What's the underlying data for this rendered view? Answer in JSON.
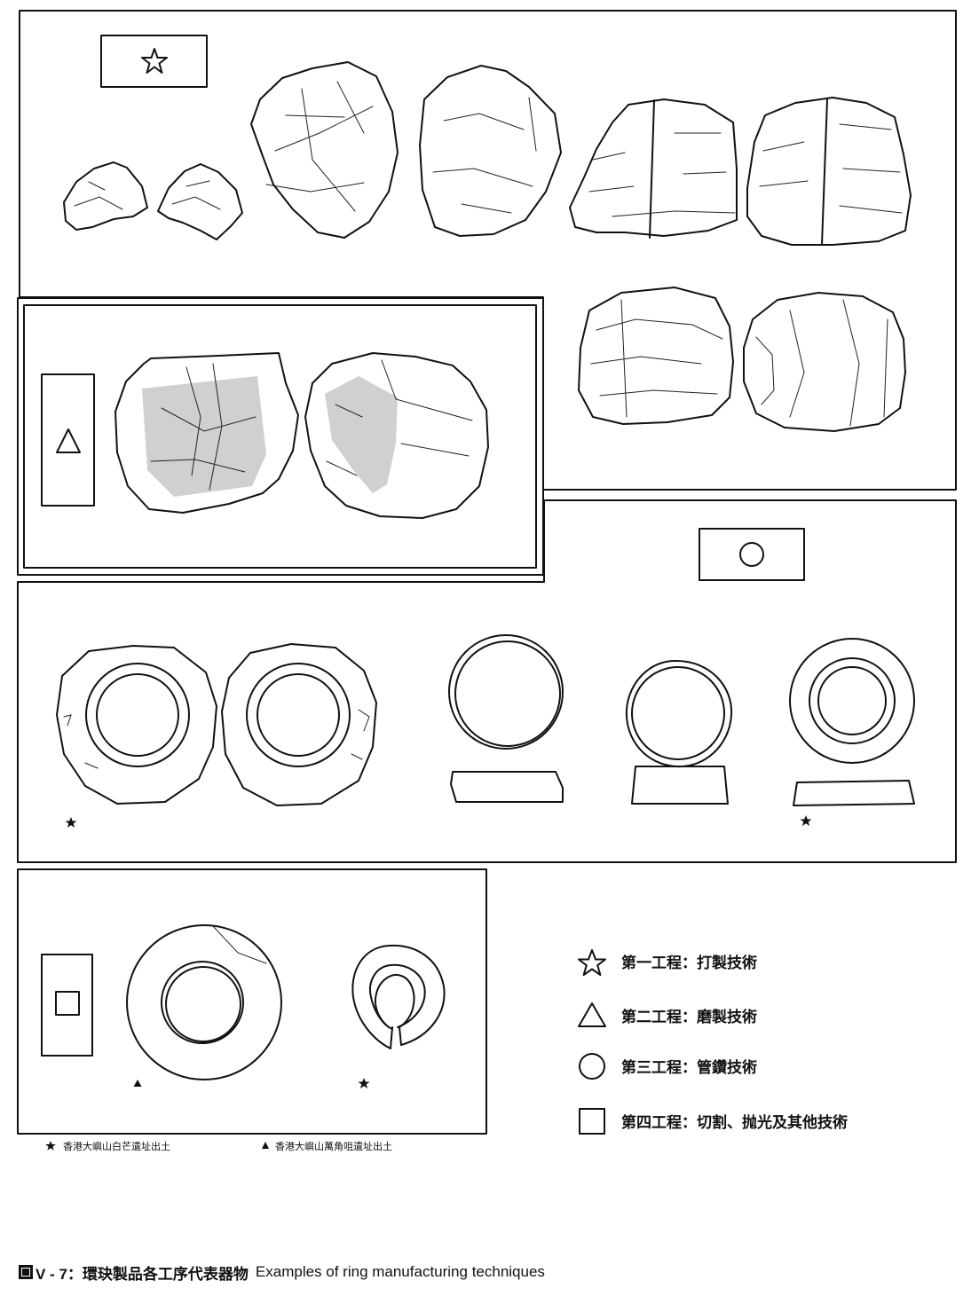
{
  "symbols": {
    "star": "star-icon",
    "triangle": "triangle-icon",
    "circle": "circle-icon",
    "square": "square-icon",
    "filled_star": "filled-star-icon",
    "filled_triangle": "filled-triangle-icon"
  },
  "legend": [
    {
      "symbol": "star-icon",
      "text": "第一工程：打製技術"
    },
    {
      "symbol": "triangle-icon",
      "text": "第二工程：磨製技術"
    },
    {
      "symbol": "circle-icon",
      "text": "第三工程：管鑽技術"
    },
    {
      "symbol": "square-icon",
      "text": "第四工程：切割、抛光及其他技術"
    }
  ],
  "sources": [
    {
      "symbol": "filled-star-icon",
      "text": "香港大嶼山白芒遺址出土"
    },
    {
      "symbol": "filled-triangle-icon",
      "text": "香港大嶼山萬角咀遺址出土"
    }
  ],
  "caption": {
    "label": "V - 7：環玦製品各工序代表器物",
    "english": "Examples of ring manufacturing techniques"
  }
}
